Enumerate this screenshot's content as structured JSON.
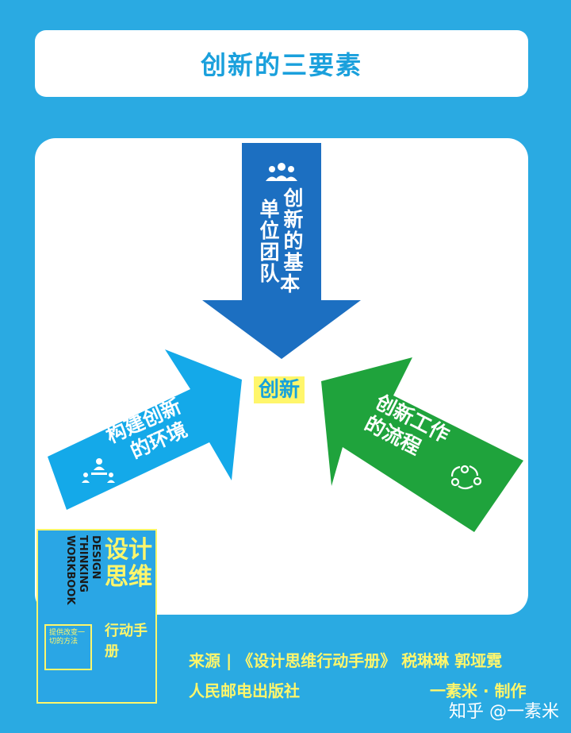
{
  "title": "创新的三要素",
  "center": "创新",
  "arrows": [
    {
      "label_lines": [
        "创新的基本",
        "单位团队"
      ],
      "icon": "team-icon",
      "color": "#1c6fc1"
    },
    {
      "label_lines": [
        "构建创新",
        "的环境"
      ],
      "icon": "meeting-icon",
      "color": "#14a9e9"
    },
    {
      "label_lines": [
        "创新工作",
        "的流程"
      ],
      "icon": "workflow-icon",
      "color": "#1fa33c"
    }
  ],
  "book": {
    "english": [
      "DESIGN",
      "THINKING",
      "WORKBOOK"
    ],
    "chinese_lines": [
      "设计",
      "思维"
    ],
    "subtitle": "行动手册",
    "note": "提供改变一切的方法"
  },
  "footer": {
    "source_line": "来源 | 《设计思维行动手册》 税琳琳 郭垭霓",
    "publisher": "人民邮电出版社",
    "credit": "一素米 · 制作",
    "watermark": "知乎 @一素米"
  },
  "colors": {
    "background": "#2aaae2",
    "accent_yellow": "#fff66b",
    "title_blue": "#1aa0dc"
  }
}
